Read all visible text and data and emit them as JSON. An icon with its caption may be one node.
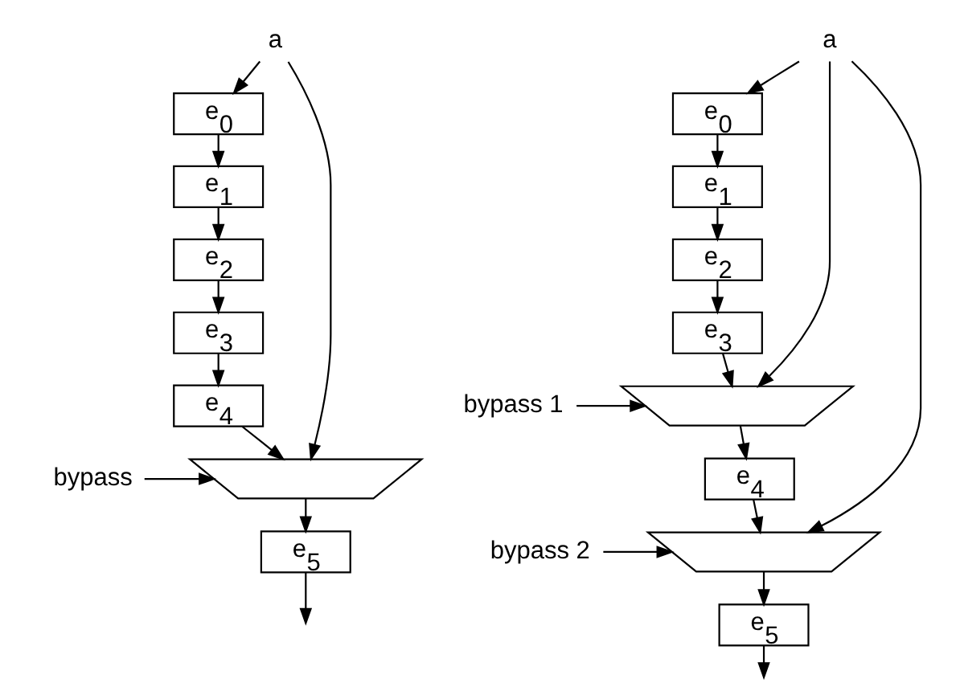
{
  "diagram": {
    "nodes": [
      {
        "text": [
          "a"
        ]
      },
      {
        "text": [
          "e$_{0}$"
        ]
      },
      {
        "text": [
          "e$_{1}$"
        ]
      },
      {
        "text": [
          "e$_{2}$"
        ]
      },
      {
        "text": [
          "e$_{3}$"
        ]
      },
      {
        "text": [
          "e$_{4}$"
        ]
      },
      {
        "text": [],
        "shape": "trapezoid"
      },
      {
        "text": [
          "e$_{5}$"
        ]
      },
      {
        "text": [
          "bypass"
        ]
      },
      {
        "text": [
          "a"
        ]
      },
      {
        "text": [
          "e$_{0}$"
        ]
      },
      {
        "text": [
          "e$_{1}$"
        ]
      },
      {
        "text": [
          "e$_{2}$"
        ]
      },
      {
        "text": [
          "e$_{3}$"
        ]
      },
      {
        "text": [],
        "shape": "trapezoid"
      },
      {
        "text": [
          "e$_{4}$"
        ]
      },
      {
        "text": [],
        "shape": "trapezoid"
      },
      {
        "text": [
          "e$_{5}$"
        ]
      },
      {
        "text": [
          "bypass 1"
        ]
      },
      {
        "text": [
          "bypass 2"
        ]
      }
    ],
    "edges": [
      {
        "from": 0,
        "to": 1,
        "arrow": "to"
      },
      {
        "from": 0,
        "to": 6,
        "arrow": "to"
      },
      {
        "from": 1,
        "to": 2,
        "arrow": "to"
      },
      {
        "from": 2,
        "to": 3,
        "arrow": "to"
      },
      {
        "from": 3,
        "to": 4,
        "arrow": "to"
      },
      {
        "from": 4,
        "to": 5,
        "arrow": "to"
      },
      {
        "from": 5,
        "to": 6,
        "arrow": "to"
      },
      {
        "from": 6,
        "to": 7,
        "arrow": "to"
      },
      {
        "from": 7,
        "to": null,
        "arrow": "to"
      },
      {
        "from": 8,
        "to": 6,
        "arrow": "to"
      },
      {
        "from": 9,
        "to": 10,
        "arrow": "to"
      },
      {
        "from": 9,
        "to": 14,
        "arrow": "to"
      },
      {
        "from": 9,
        "to": 16,
        "arrow": "to"
      },
      {
        "from": 10,
        "to": 11,
        "arrow": "to"
      },
      {
        "from": 11,
        "to": 12,
        "arrow": "to"
      },
      {
        "from": 12,
        "to": 13,
        "arrow": "to"
      },
      {
        "from": 13,
        "to": 14,
        "arrow": "to"
      },
      {
        "from": 14,
        "to": 15,
        "arrow": "to"
      },
      {
        "from": 15,
        "to": 16,
        "arrow": "to"
      },
      {
        "from": 16,
        "to": 17,
        "arrow": "to"
      },
      {
        "from": 17,
        "to": null,
        "arrow": "to"
      },
      {
        "from": 18,
        "to": 14,
        "arrow": "to"
      },
      {
        "from": 19,
        "to": 16,
        "arrow": "to"
      }
    ]
  }
}
